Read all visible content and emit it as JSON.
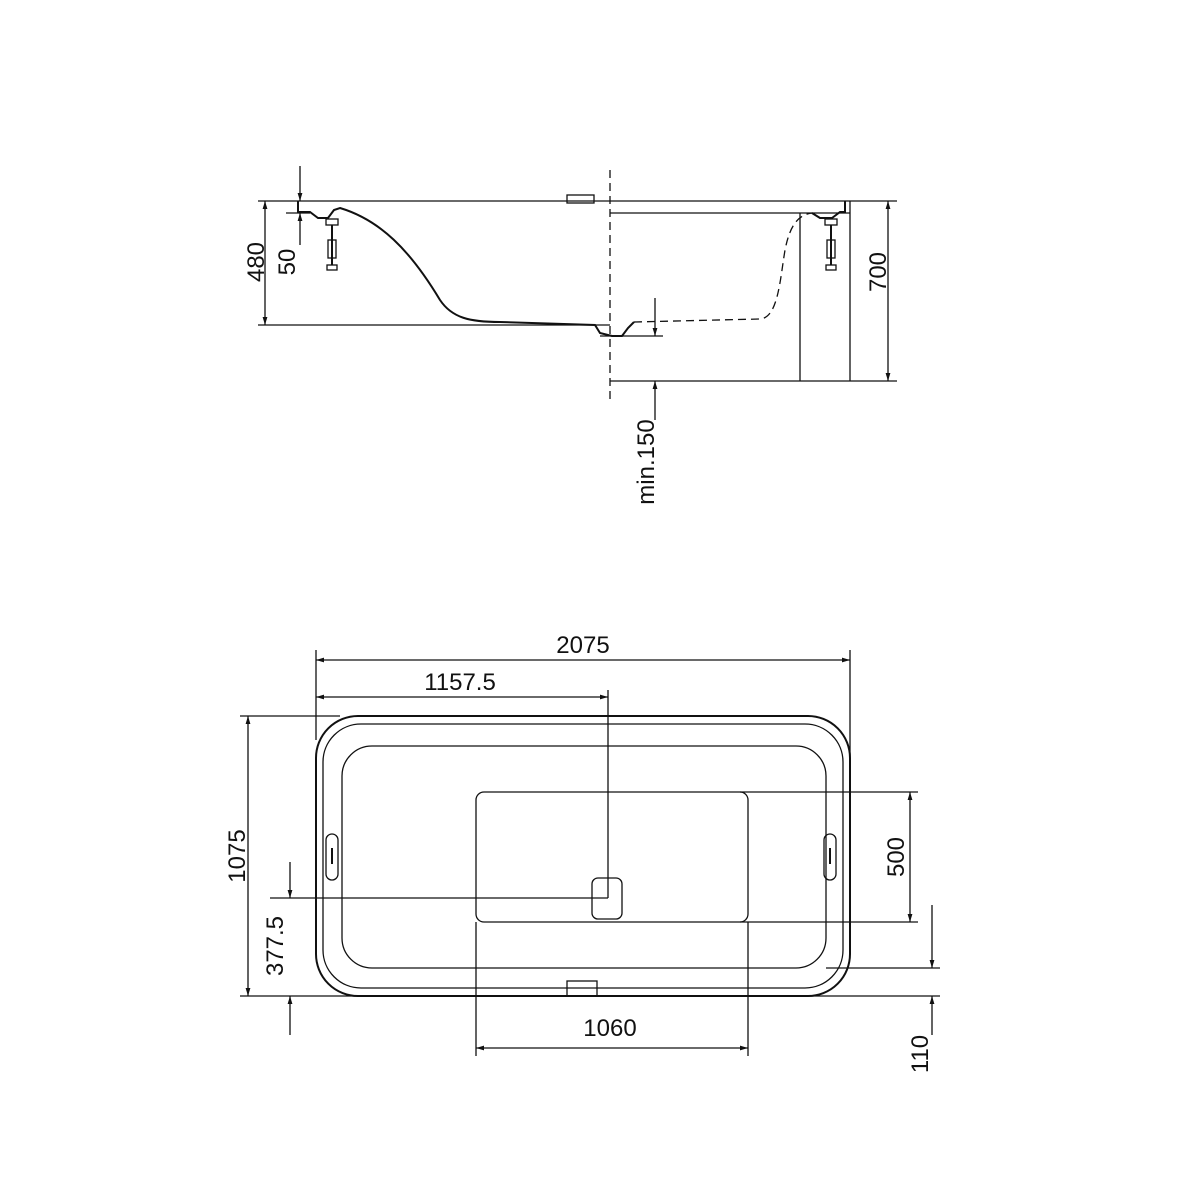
{
  "side_view": {
    "dim_total_height": "480",
    "dim_rim": "50",
    "dim_overall_height": "700",
    "dim_min_clearance": "min.150"
  },
  "plan_view": {
    "dim_length": "2075",
    "dim_drain_offset_x": "1157.5",
    "dim_width": "1075",
    "dim_drain_offset_y": "377.5",
    "dim_footwell_width": "500",
    "dim_footwell_length": "1060",
    "dim_edge": "110"
  },
  "colors": {
    "line": "#111111",
    "background": "#ffffff"
  }
}
